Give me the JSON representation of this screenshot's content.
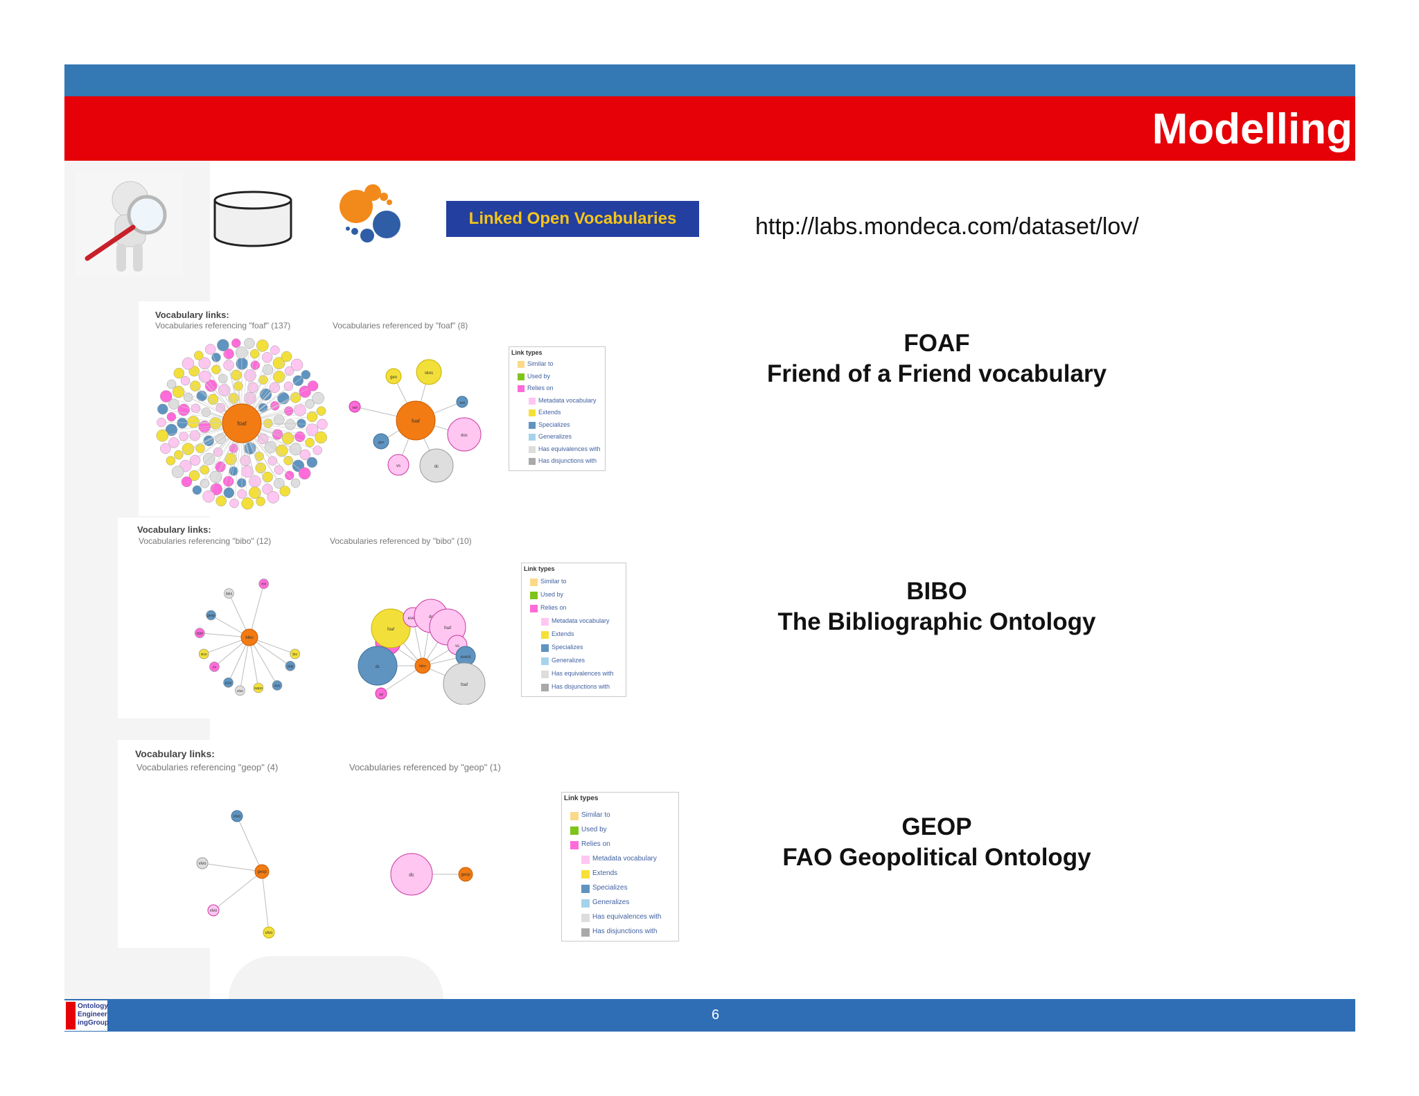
{
  "slide": {
    "title": "Modelling",
    "page_number": "6",
    "url": "http://labs.mondeca.com/dataset/lov/",
    "lov_badge": "Linked Open Vocabularies",
    "logo_text": [
      "Ontology",
      "Engineer",
      "ingGroup"
    ]
  },
  "colors": {
    "header_blue": "#3479b3",
    "header_red": "#e60008",
    "footer_blue": "#2f6eb5",
    "lov_badge_bg": "#233fa0",
    "lov_badge_text": "#f5c518"
  },
  "icons": [
    "magnifier-person-icon",
    "database-cylinder-icon",
    "lov-bubbles-logo-icon"
  ],
  "vocabularies": [
    {
      "name": "FOAF",
      "description": "Friend of a Friend vocabulary",
      "links_title": "Vocabulary links:",
      "referencing": "Vocabularies referencing \"foaf\" (137)",
      "referenced_by": "Vocabularies referenced by \"foaf\" (8)",
      "center": "foaf",
      "referenced_nodes": [
        "geo",
        "skos",
        "wot",
        "owl",
        "geo",
        "doc",
        "dc",
        "vs"
      ]
    },
    {
      "name": "BIBO",
      "description": "The Bibliographic Ontology",
      "links_title": "Vocabulary links:",
      "referencing": "Vocabularies referencing \"bibo\" (12)",
      "referenced_by": "Vocabularies referenced by \"bibo\" (10)",
      "center": "bibo",
      "referencing_nodes": [
        "daia",
        "ext",
        "geop",
        "aggr",
        "vivo",
        "ov",
        "prov",
        "vivo",
        "swpo",
        "vivo",
        "eklp",
        "bio"
      ],
      "referenced_nodes": [
        "foaf",
        "event",
        "dc",
        "foaf",
        "vs",
        "event",
        "dc",
        "foaf",
        "ad",
        "swrl"
      ]
    },
    {
      "name": "GEOP",
      "description": "FAO Geopolitical Ontology",
      "links_title": "Vocabulary links:",
      "referencing": "Vocabularies referencing \"geop\" (4)",
      "referenced_by": "Vocabularies referenced by \"geop\" (1)",
      "center": "geop",
      "referencing_nodes": [
        "vivo",
        "vivo",
        "vivo",
        "vivo"
      ],
      "referenced_nodes": [
        "dc"
      ]
    }
  ],
  "legend": {
    "title": "Link types",
    "items": [
      {
        "label": "Similar to",
        "color": "#fbd98a",
        "indent": 0
      },
      {
        "label": "Used by",
        "color": "#7fc41c",
        "indent": 0
      },
      {
        "label": "Relies on",
        "color": "#ff6bd9",
        "indent": 0
      },
      {
        "label": "Metadata vocabulary",
        "color": "#ffc6f1",
        "indent": 1
      },
      {
        "label": "Extends",
        "color": "#f7e035",
        "indent": 1
      },
      {
        "label": "Specializes",
        "color": "#5f94c0",
        "indent": 1
      },
      {
        "label": "Generalizes",
        "color": "#a6d3ec",
        "indent": 1
      },
      {
        "label": "Has equivalences with",
        "color": "#dddddd",
        "indent": 1
      },
      {
        "label": "Has disjunctions with",
        "color": "#a9a9a9",
        "indent": 1
      }
    ]
  }
}
